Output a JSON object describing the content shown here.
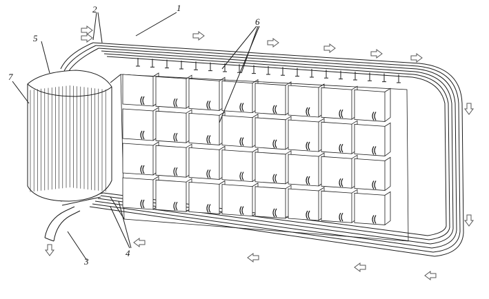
{
  "diagram": {
    "colors": {
      "stroke": "#1a1a1a",
      "arrow": "#555555",
      "background": "#ffffff"
    },
    "labels": {
      "l1": "1",
      "l2": "2",
      "l3": "3",
      "l4": "4",
      "l5": "5",
      "l6": "6",
      "l7": "7"
    },
    "module_grid": {
      "rows": 4,
      "columns": 8
    },
    "flow_arrows": {
      "count": 14,
      "icon": "hollow-arrow-icon"
    }
  }
}
